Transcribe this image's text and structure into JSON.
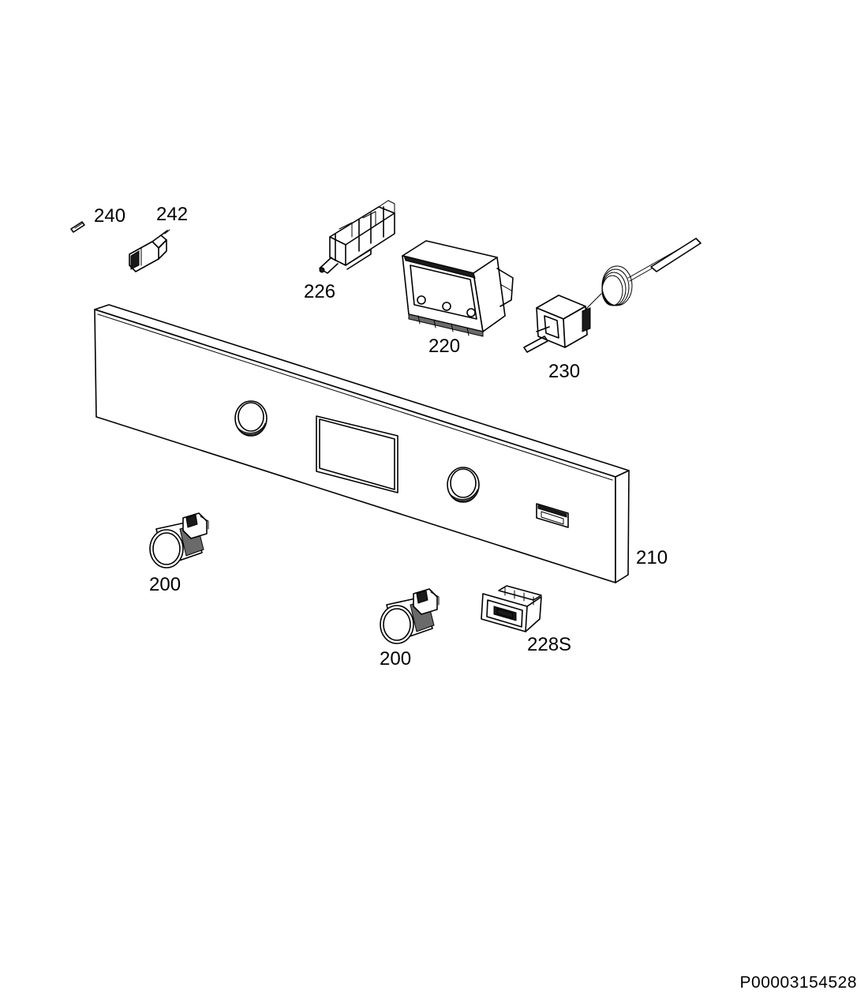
{
  "callouts": {
    "screw": "240",
    "lamp_socket": "242",
    "selector_switch": "226",
    "timer_module": "220",
    "thermostat": "230",
    "control_panel": "210",
    "knob_left": "200",
    "knob_right": "200",
    "rocker_switch": "228S"
  },
  "document_id": "P00003154528"
}
